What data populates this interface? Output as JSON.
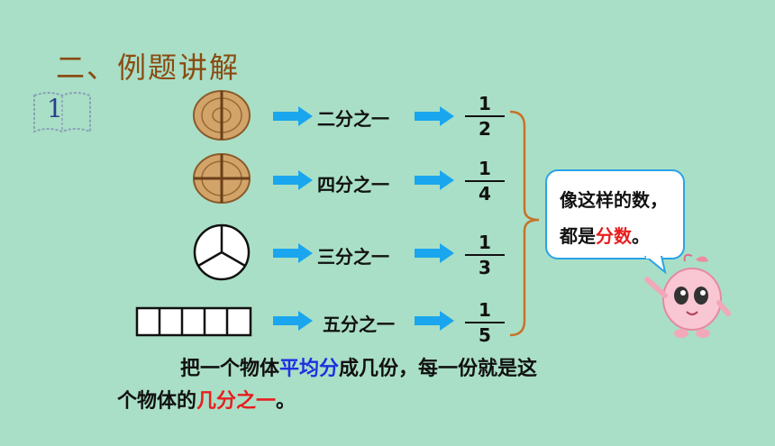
{
  "title": "二、例题讲解",
  "example_number": "1",
  "rows": [
    {
      "label": "二分之一",
      "numerator": "1",
      "denominator": "2",
      "image": "biscuit-cut-in-2"
    },
    {
      "label": "四分之一",
      "numerator": "1",
      "denominator": "4",
      "image": "biscuit-cut-in-4"
    },
    {
      "label": "三分之一",
      "numerator": "1",
      "denominator": "3",
      "image": "circle-cut-in-3"
    },
    {
      "label": "五分之一",
      "numerator": "1",
      "denominator": "5",
      "image": "bar-cut-in-5"
    }
  ],
  "bubble": {
    "line1": "像这样的数，",
    "line2_a": "都是",
    "line2_b": "分数",
    "line2_c": "。"
  },
  "description": {
    "p1": "把一个物体",
    "p2": "平均分",
    "p3": "成几份，每一份就是这",
    "p4": "个物体的",
    "p5": "几分之一",
    "p6": "。"
  },
  "colors": {
    "background": "#a9dfc6",
    "title": "#8a4b12",
    "arrow": "#1aa6ee",
    "bracket": "#c8722a",
    "highlight_red": "#e81e1e",
    "highlight_blue": "#1e2fe0"
  },
  "icons": [
    "book-icon",
    "arrow-right-icon",
    "cartoon-character"
  ]
}
